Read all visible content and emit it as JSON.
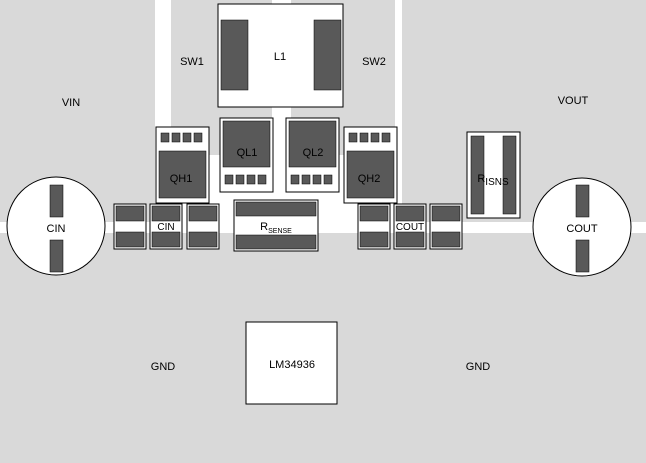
{
  "labels": {
    "vin": "VIN",
    "vout": "VOUT",
    "sw1": "SW1",
    "sw2": "SW2",
    "inductor": "L1",
    "ql1": "QL1",
    "ql2": "QL2",
    "qh1": "QH1",
    "qh2": "QH2",
    "cin_small": "CIN",
    "cout_small": "COUT",
    "cin_large": "CIN",
    "cout_large": "COUT",
    "rsense_main": "R",
    "rsense_sub": "SENSE",
    "risns_main": "R",
    "risns_sub": "ISNS",
    "controller": "LM34936",
    "gnd_left": "GND",
    "gnd_right": "GND"
  },
  "colors": {
    "copper": "#d9d9d9",
    "pad": "#595959",
    "outline": "#000000",
    "background": "#ffffff"
  }
}
